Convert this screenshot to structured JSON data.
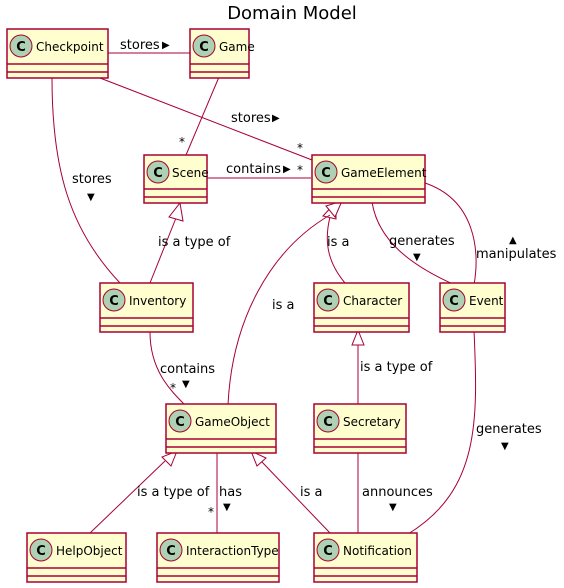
{
  "title": "Domain Model",
  "classes": {
    "checkpoint": {
      "letter": "C",
      "name": "Checkpoint"
    },
    "game": {
      "letter": "C",
      "name": "Game"
    },
    "scene": {
      "letter": "C",
      "name": "Scene"
    },
    "game_element": {
      "letter": "C",
      "name": "GameElement"
    },
    "inventory": {
      "letter": "C",
      "name": "Inventory"
    },
    "character": {
      "letter": "C",
      "name": "Character"
    },
    "event": {
      "letter": "C",
      "name": "Event"
    },
    "game_object": {
      "letter": "C",
      "name": "GameObject"
    },
    "secretary": {
      "letter": "C",
      "name": "Secretary"
    },
    "help_object": {
      "letter": "C",
      "name": "HelpObject"
    },
    "interaction_type": {
      "letter": "C",
      "name": "InteractionType"
    },
    "notification": {
      "letter": "C",
      "name": "Notification"
    }
  },
  "relations": {
    "checkpoint_game": {
      "label": "stores",
      "arrow": "▶"
    },
    "checkpoint_game_element": {
      "label": "stores",
      "arrow": "▶",
      "mult": "*"
    },
    "game_scene": {
      "mult": "*"
    },
    "scene_game_element": {
      "label": "contains",
      "arrow": "▶",
      "mult": "*"
    },
    "checkpoint_inventory": {
      "label": "stores",
      "arrow": "▼"
    },
    "scene_inventory": {
      "label": "is a type of"
    },
    "game_element_character": {
      "label": "is a"
    },
    "game_element_event_generates": {
      "label": "generates",
      "arrow": "▼"
    },
    "event_game_element_manipulates": {
      "label": "manipulates",
      "arrow": "▲"
    },
    "game_element_game_object": {
      "label": "is a"
    },
    "inventory_game_object": {
      "label": "contains",
      "arrow": "▼",
      "mult": "*"
    },
    "character_secretary": {
      "label": "is a type of"
    },
    "event_notification": {
      "label": "generates",
      "arrow": "▼"
    },
    "game_object_help_object": {
      "label": "is a type of"
    },
    "game_object_interaction_type": {
      "label": "has",
      "arrow": "▼",
      "mult": "*"
    },
    "game_object_notification": {
      "label": "is a"
    },
    "secretary_notification": {
      "label": "announces",
      "arrow": "▼"
    }
  },
  "colors": {
    "class_fill": "#FEFECE",
    "border": "#A80036",
    "circle": "#ADD1B2"
  }
}
